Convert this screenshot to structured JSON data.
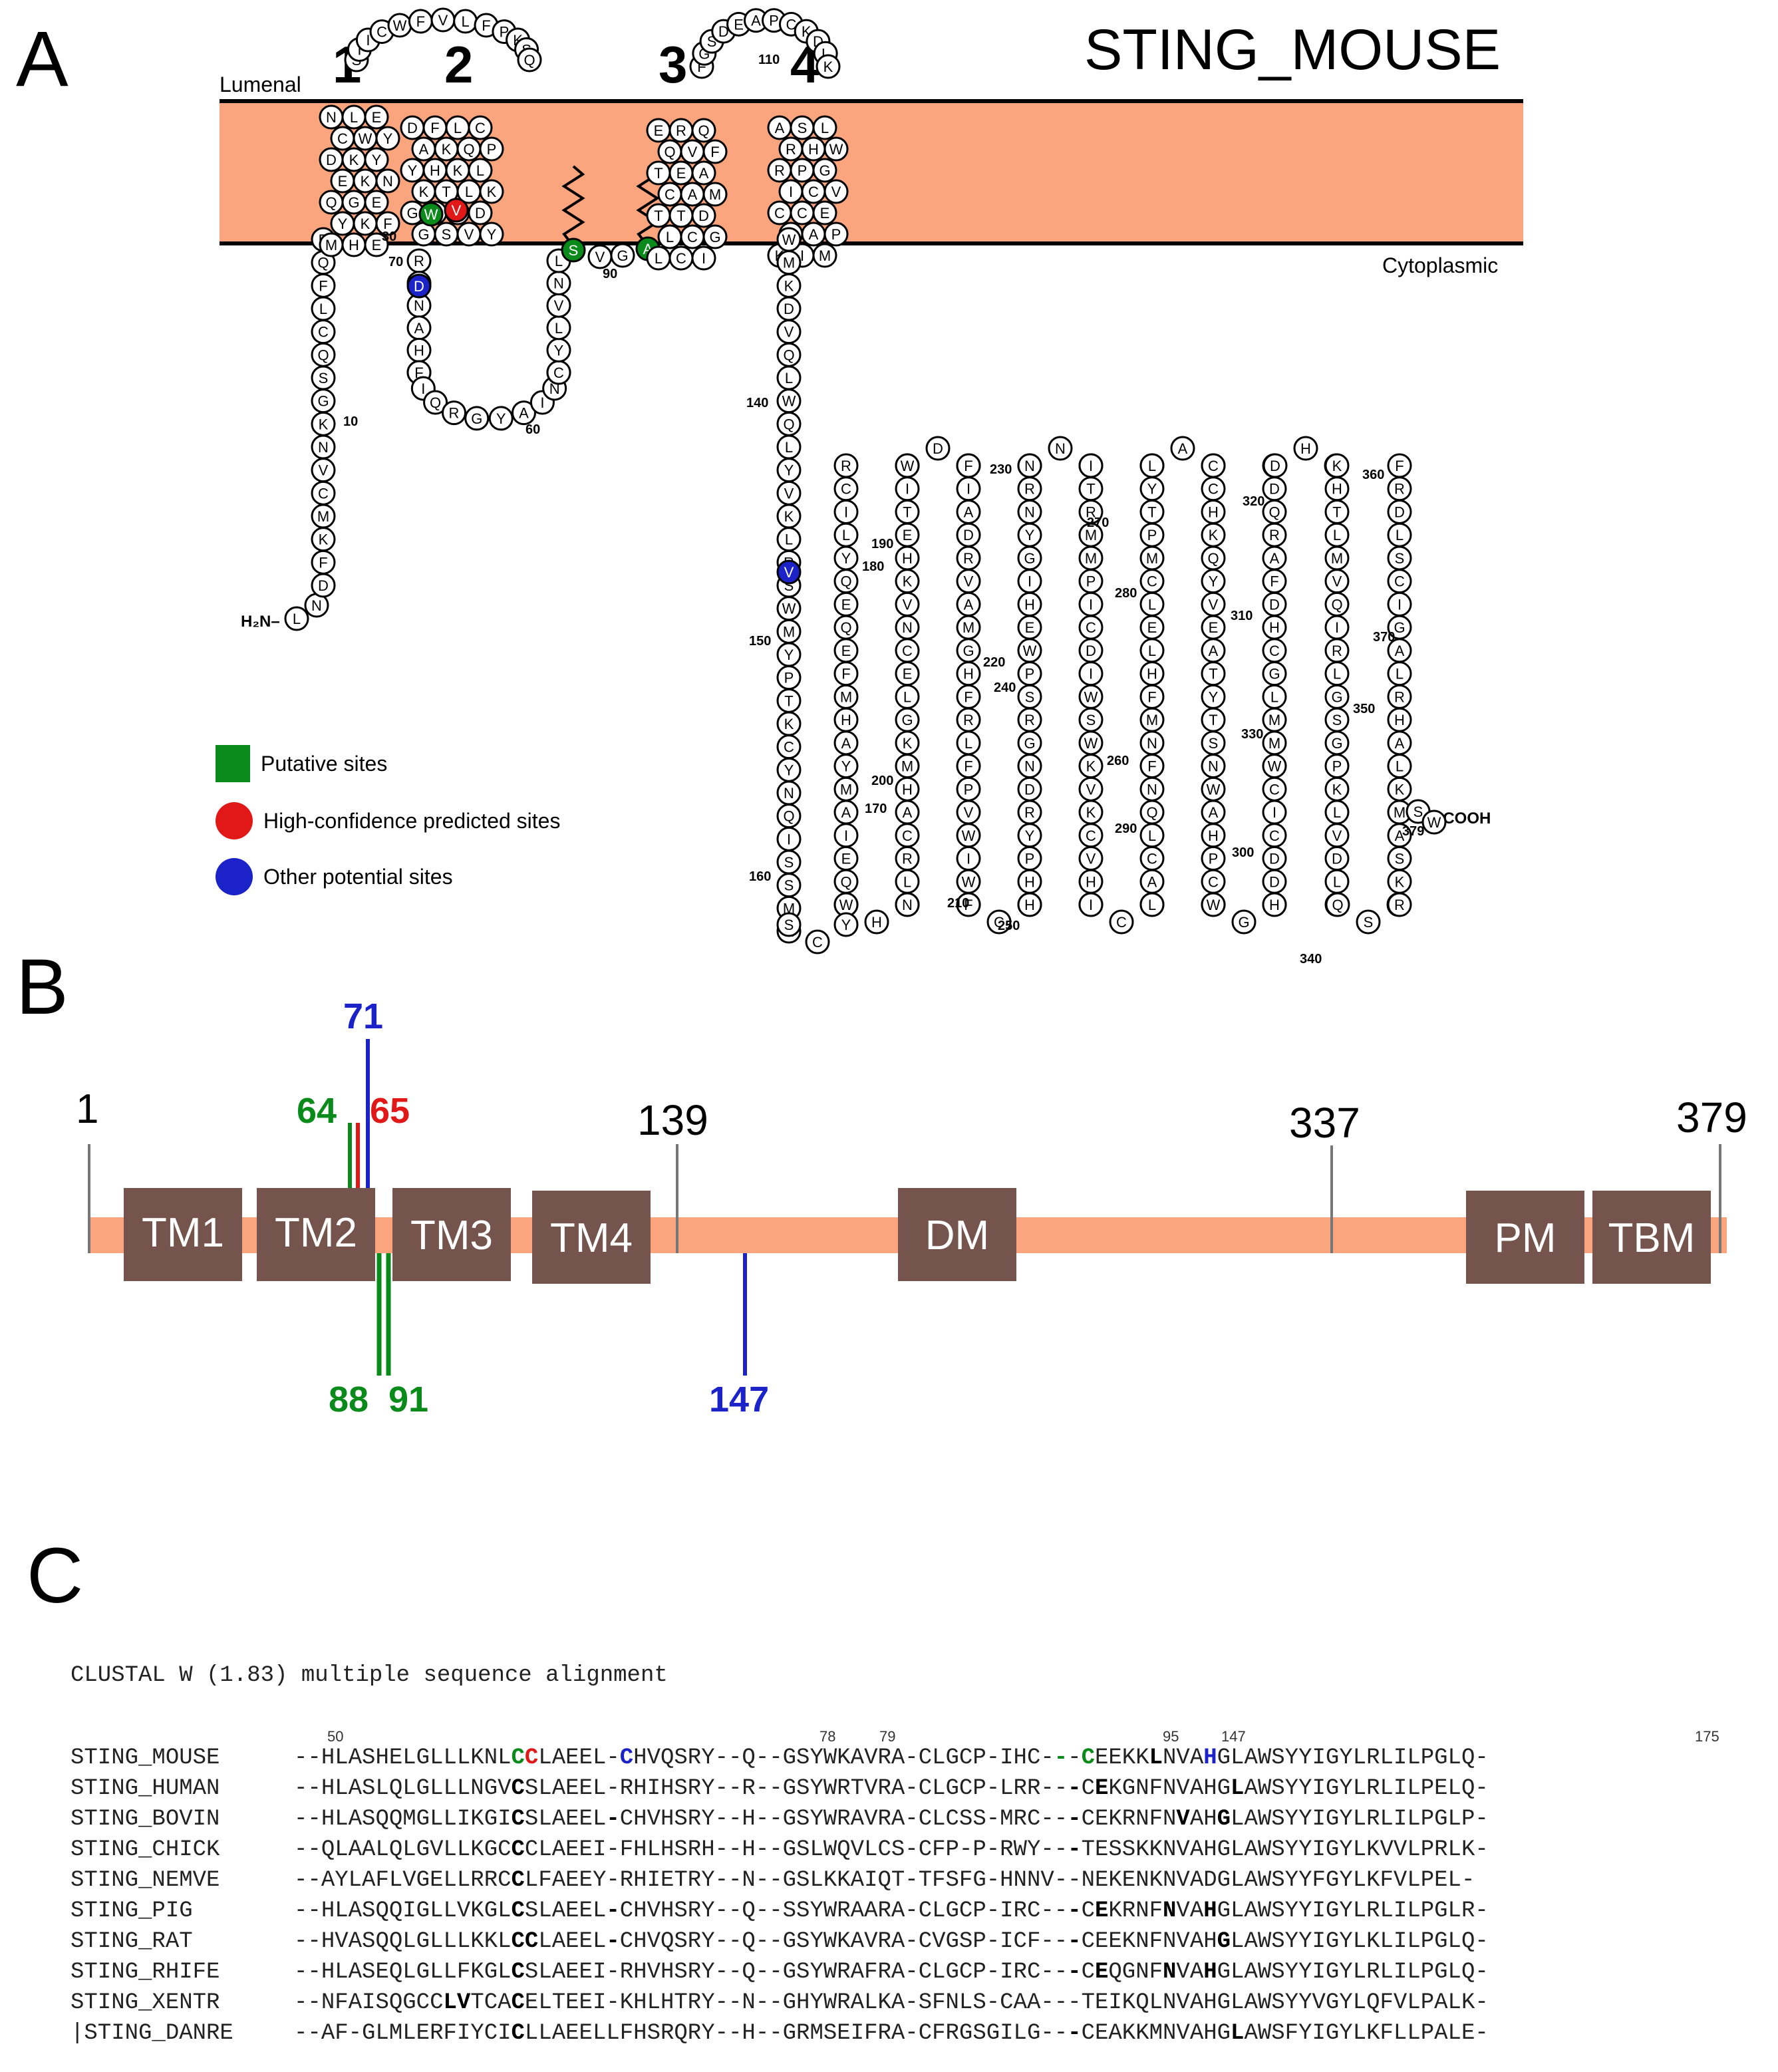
{
  "panels": {
    "a": "A",
    "b": "B",
    "c": "C"
  },
  "topology": {
    "protein_name": "STING_MOUSE",
    "lumenal_label": "Lumenal",
    "cytoplasmic_label": "Cytoplasmic",
    "tm_numbers": [
      "1",
      "2",
      "3",
      "4"
    ],
    "n_term_label": "H₂N–",
    "c_term_label": "–COOH",
    "membrane_color": "#fba57e",
    "colors": {
      "putative": "#0a8a1a",
      "high_confidence": "#e01818",
      "other": "#1a22c8"
    },
    "residue_numbers": [
      "10",
      "30",
      "60",
      "70",
      "90",
      "110",
      "140",
      "150",
      "160",
      "170",
      "180",
      "190",
      "200",
      "210",
      "220",
      "230",
      "240",
      "250",
      "260",
      "270",
      "280",
      "290",
      "300",
      "310",
      "320",
      "330",
      "340",
      "350",
      "360",
      "370",
      "379"
    ]
  },
  "legend": [
    {
      "label": "Putative sites",
      "shape": "square",
      "color": "#0a8a1a"
    },
    {
      "label": "High-confidence predicted sites",
      "shape": "circle",
      "color": "#e01818"
    },
    {
      "label": "Other potential sites",
      "shape": "circle",
      "color": "#1a22c8"
    }
  ],
  "domain_map": {
    "bar_color": "#fba57e",
    "box_color": "#74544d",
    "domains": [
      "TM1",
      "TM2",
      "TM3",
      "TM4",
      "DM",
      "PM",
      "TBM"
    ],
    "boundaries": [
      "1",
      "139",
      "337",
      "379"
    ],
    "sites": [
      {
        "label": "71",
        "color": "#1a22c8"
      },
      {
        "label": "64",
        "color": "#0a8a1a"
      },
      {
        "label": "65",
        "color": "#e01818"
      },
      {
        "label": "88",
        "color": "#0a8a1a"
      },
      {
        "label": "91",
        "color": "#0a8a1a"
      },
      {
        "label": "147",
        "color": "#1a22c8"
      }
    ]
  },
  "alignment": {
    "title": "CLUSTAL W (1.83) multiple sequence alignment",
    "positions": [
      "50",
      "78",
      "79",
      "95",
      "147",
      "175"
    ],
    "rows": [
      {
        "name": "STING_MOUSE",
        "seq": "--HLASHELGLLLKNLCCLAEEL-CHVQSRY--Q--GSYWKAVRA-CLGCP-IHC---CEEKKLNVAHGLAWSYYIGYLRLILPGLQ-",
        "marks": "................gr......b...............................g.g....k...b........................................"
      },
      {
        "name": "STING_HUMAN",
        "seq": "--HLASLQLGLLLNGVCSLAEEL-RHIHSRY--R--GSYWRTVRA-CLGCP-LRR---CEKGNFNVAHGLAWSYYIGYLRLILPELQ-",
        "marks": "................k........................................k.k.........k................................"
      },
      {
        "name": "STING_BOVIN",
        "seq": "--HLASQQMGLLIKGICSLAEEL-CHVHSRY--H--GSYWRAVRA-CLCSS-MRC---CEKRNFNVAHGLAWSYYIGYLRLILPGLP-",
        "marks": "................k......k.................................k.......k..k.............................."
      },
      {
        "name": "STING_CHICK",
        "seq": "--QLAALQLGVLLKGCCCLAEEI-FHLHSRH--H--GSLWQVLCS-CFP-P-RWY---TESSKKNVAHGLAWSYYIGYLKVVLPRLK-",
        "marks": "................k........................................k............................................"
      },
      {
        "name": "STING_NEMVE",
        "seq": "--AYLAFLVGELLRRCCLFAEEY-RHIETRY--N--GSLKKAIQT-TFSFG-HNNV--NEKENKNVADGLAWSYYFGYLKFVLPEL-",
        "marks": "................k...................................................................................."
      },
      {
        "name": "STING_PIG",
        "seq": "--HLASQQIGLLVKGLCSLAEEL-CHVHSRY--Q--SSYWRAARA-CLGCP-IRC---CEKRNFNVAHGLAWSYYIGYLRLILPGLR-",
        "marks": "................k......k.................................k.k....k..k.............................."
      },
      {
        "name": "STING_RAT",
        "seq": "--HVASQQLGLLLKKLCCLAEEL-CHVQSRY--Q--GSYWKAVRA-CVGSP-ICF---CEEKNFNVAHGLAWSYYIGYLKLILPGLQ-",
        "marks": "................kk.....k.................................k..........k............................."
      },
      {
        "name": "STING_RHIFE",
        "seq": "--HLASEQLGLLFKGLCSLAEEI-RHVHSRY--Q--GSYWRAFRA-CLGCP-IRC---CEQGNFNVAHGLAWSYYIGYLRLILPGLQ-",
        "marks": "................k........................................k.k....k..k.............................."
      },
      {
        "name": "STING_XENTR",
        "seq": "--NFAISQGCCLVTCACELTEEI-KHLHTRY--N--GHYWRALKA-SFNLS-CAA---TEIKQLNVAHGLAWSYYVGYLQFVLPALK-",
        "marks": "...........kk...k........................................................................................"
      },
      {
        "name": "|STING_DANRE",
        "seq": "--AF-GLMLERFIYCICLLAEELLFHSRQRY--H--GRMSEIFRA-CFRGSGILG---CEAKKMNVAHGLAWSFYIGYLKFLLPALE-",
        "marks": "................k........................................k...........k............................."
      }
    ]
  }
}
